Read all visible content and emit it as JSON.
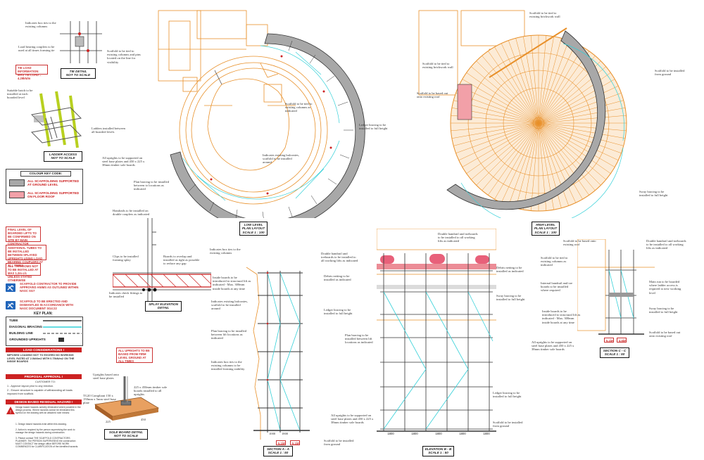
{
  "tie_detail": {
    "title": "TIE DETAIL",
    "subtitle": "NOT TO SCALE",
    "note_tubes": "Indicates box ties to the existing columns",
    "note_couplers": "Load bearing couplers to be used at all times forming tie",
    "note_scaffold": "Scaffold to be tied to existing columns and pins located on the line for visibility",
    "load_info_line1": "TIE LOAD INFORMATION:",
    "load_info_line2": "MAX TIE LOAD = 4.29kN/m"
  },
  "ladder_access": {
    "title": "LADDER ACCESS",
    "subtitle": "NOT TO SCALE",
    "note_hatch": "Suitable hatch to be installed at each boarded level",
    "note_ladders": "Ladders installed between all boarded levels"
  },
  "colour_key": {
    "header": "COLOUR KEY CODE:",
    "items": [
      {
        "label": "ALL SCAFFOLDING SUPPORTED AT GROUND LEVEL",
        "color": "#a8a8a8"
      },
      {
        "label": "ALL SCAFFOLDING SUPPORTED ON FLOOR ROOF",
        "color": "#f2a0a8"
      }
    ]
  },
  "notes": [
    "FINAL LEVEL OF BOARDED LIFTS TO BE CONFIRMED ON SITE BY MAIN CONTRACTOR",
    "ADDITIONAL TUBES TO BE INSTALLED BETWEEN SPLAYED UPRIGHTS USING LOAD BEARING COUPLERS AT ALL TIMES",
    "ALL TRANSOMS NOT TO BE INSTALLED AT MAX 1.2m c/c UNLESS STATED OTHERWISE"
  ],
  "icon_notes": [
    "SCAFFOLD CONTRACTOR TO PROVIDE APPROVED ANIMS AS OUTLINED WITHIN NASC SG7",
    "SCAFFOLD TO BE ERECTED AND DISMANTLED IN ACCORDANCE WITH NASC DOCUMENT SG4:22"
  ],
  "key_plan": {
    "title": "KEY PLAN:",
    "rows": [
      "TUBE",
      "DIAGONAL BRACING",
      "BUILDING LINE",
      "GROUNDED UPRIGHTS"
    ]
  },
  "load_panel": {
    "title": "LOAD CONSIDERATIONS !",
    "text": "IMPOSED LOADING NOT TO EXCEED NO WORKING LEVEL RATED AT 2.0kN/m2 WITH 0.75kN/m2 ON THE INSIDE BOARDS"
  },
  "proposal_panel": {
    "title": "PROPOSAL APPROVAL !",
    "line1": "CUSTOMER TO:",
    "line2": "1 - Approve layout prior to any erection.",
    "line3": "2 - Ensure structure is capable of withstanding all loads imposed from scaffold."
  },
  "hazard_panel": {
    "title": "DESIGN BASED RESIDUAL HAZARD !",
    "line1": "Design based hazards actively eliminated where possible in the design process. Where hazards cannot be eliminated this symbol on the drawing with an attached note means:",
    "line2": "1. Design based hazards exist within this drawing.",
    "line3": "2. Action is required by the person supervising the work to manage the design hazards during construction.",
    "line4": "3. Please contact THE SCAFFOLD CONTRACTORS PLANNER. The PERSON SUPERVISING the construction MUST CONTACT the design office BEFORE WORK COMMENCES for CLARIFICATION of the identified hazards."
  },
  "splay_detail": {
    "title": "SPLAY ELEVATION",
    "subtitle": "DETAIL",
    "note_handrails": "Handrails to be installed on double couplers as indicated",
    "note_clips": "Clips to be installed forming splay",
    "note_boards": "Boards to overlap and installed as tight as possible to reduce any gap",
    "note_check": "Indicates check fittings to be installed"
  },
  "sole_board": {
    "title": "SOLE BOARD DETAIL",
    "subtitle": "NOT TO SCALE",
    "note_uprights": "ALL UPRIGHTS TO BE BASED FROM FIRM LEVEL GROUND AT ALL TIMES",
    "note_base": "Uprights based onto steel base plates",
    "note_timber": "225 x 450mm timber sole boards installed to all uprights",
    "note_tg": "TG20 Compliant 150 x 150mm x 5mm steel base plate",
    "dim_225": "225",
    "dim_450": "450"
  },
  "low_plan": {
    "title": "LOW LEVEL",
    "subtitle1": "PLAN LAYOUT",
    "subtitle2": "SCALE 1 : 100",
    "note_ties": "Scaffold to be tied to existing columns as indicated",
    "note_ledger": "Ledger bracing to be installed to full height",
    "note_balconies": "Indicates existing balconies, scaffold to be installed around",
    "note_steel": "All uprights to be supported on steel base plates and 450 x 225 x 38mm timber sole boards",
    "note_plan": "Plan bracing to be installed between to locations as indicated"
  },
  "high_plan": {
    "title": "HIGH LEVEL",
    "subtitle1": "PLAN LAYOUT",
    "subtitle2": "SCALE 1 : 100",
    "note_brick": "Scaffold to be tied to existing brickwork wall",
    "note_brick2": "Scaffold to be tied to existing brickwork wall",
    "note_ground": "Scaffold to be installed from ground",
    "note_roof": "Scaffold to be based out onto existing roof",
    "note_sway": "Sway bracing to be installed to full height"
  },
  "section_a": {
    "title": "SECTION A - A",
    "subtitle": "SCALE 1 : 50",
    "note_ties": "Indicates box ties to the existing columns",
    "note_handrail": "Double handrail and toeboards to be installed to all working lifts as indicated",
    "note_debris": "Debris netting to be installed as indicated",
    "note_inside": "Inside boards to be introduced to structural lift as indicated - Max. 300mm inside boards at any time",
    "note_balconies": "Indicates existing balconies, scaffold to be installed around",
    "note_ledger": "Ledger bracing to be installed to full height",
    "note_plan": "Plan bracing to be installed between lift locations as indicated",
    "note_boxtie": "Indicates box ties to the existing columns to be installed forming stability",
    "note_ground": "Scaffold to be installed from ground",
    "dim_a": "1000",
    "dim_b": "1800",
    "load1": "5.1kN",
    "load2": "5.1kN"
  },
  "elevation_b": {
    "title": "ELEVATION B - B",
    "subtitle": "SCALE 1 : 50",
    "note_handrail": "Double handrail and toeboards to be installed to all working lifts as indicated",
    "note_debris": "Debris netting to be installed as indicated",
    "note_sway": "Sway bracing to be installed to full height",
    "note_plan": "Plan bracing to be installed between lift locations as indicated",
    "note_ledger": "Ledger bracing to be installed to full height",
    "note_steel": "All uprights to be supported on steel base plates and 450 x 225 x 38mm timber sole boards",
    "note_ground": "Scaffold to be installed from ground",
    "dims": [
      "1800",
      "1800",
      "1800",
      "1800",
      "1800"
    ]
  },
  "section_c": {
    "title": "SECTION C - C",
    "subtitle": "SCALE 1 : 50",
    "note_roof": "Scaffold to be based onto existing roof",
    "note_handrail": "Double handrail and toeboards to be installed to all working lifts as indicated",
    "note_ties": "Scaffold to be tied to existing columns as indicated",
    "note_internal": "Internal handrail and toe boards to be installed where required",
    "note_hatch": "Main run to be boarded where ladder access is required to new working level",
    "note_inside": "Inside boards to be introduced to structural lift as indicated - Max. 300mm inside boards at any time",
    "note_sway": "Sway bracing to be installed to full height",
    "note_steel": "All uprights to be supported on steel base plates and 450 x 225 x 38mm timber sole boards",
    "note_based": "Scaffold to be based out onto existing roof",
    "load1": "5.1kN",
    "load2": "4.5kN"
  },
  "colors": {
    "orange": "#e8902a",
    "cyan": "#33d0d8",
    "red": "#cc2222",
    "grey": "#a8a8a8",
    "pink": "#f2a0a8"
  }
}
